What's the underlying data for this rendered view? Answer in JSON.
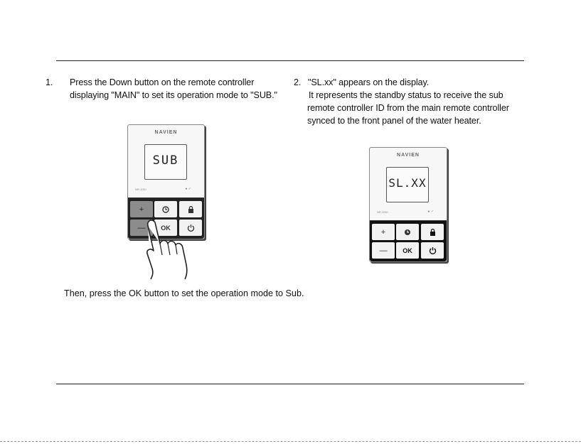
{
  "step1": {
    "number": "1.",
    "line1": "Press the Down button on the remote controller",
    "line2": "displaying  \"MAIN\" to set its operation mode to \"SUB.\""
  },
  "step2": {
    "number": "2.",
    "line1": "\"SL.xx\" appears on the display.",
    "sub1": "It represents the standby status to  receive the sub",
    "sub2": "remote  controller ID from the main remote controller",
    "sub3": "synced to the  front panel of the water heater."
  },
  "note": "Then, press the OK button to set the operation mode to Sub.",
  "remote1": {
    "brand": "NAVIEN",
    "display": "SUB",
    "model": "NR-10DI",
    "keys": {
      "plus": "+",
      "minus": "—",
      "ok": "OK"
    }
  },
  "remote2": {
    "brand": "NAVIEN",
    "display": "SL.XX",
    "model": "NR-10DI",
    "keys": {
      "plus": "+",
      "minus": "—",
      "ok": "OK"
    }
  }
}
